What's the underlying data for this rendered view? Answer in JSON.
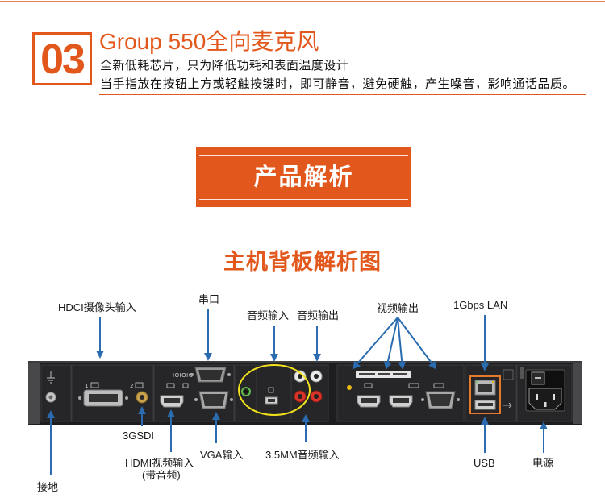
{
  "section": {
    "number": "03",
    "title": "Group 550全向麦克风",
    "line1": "全新低耗芯片，只为降低功耗和表面温度设计",
    "line2": "当手指放在按钮上方或轻触按键时，即可静音，避免硬触，产生噪音，影响通话品质。"
  },
  "banner": {
    "label": "产品解析"
  },
  "diagram": {
    "title": "主机背板解析图",
    "top_labels": {
      "hdci": "HDCI摄像头输入",
      "serial": "串口",
      "audio_in": "音频输入",
      "audio_out": "音频输出",
      "video_out": "视频输出",
      "lan": "1Gbps LAN"
    },
    "bottom_labels": {
      "sdi": "3GSDI",
      "hdmi_in": "HDMI视频输入",
      "hdmi_in_note": "(带音频)",
      "vga_in": "VGA输入",
      "audio_35": "3.5MM音频输入",
      "ground": "接地",
      "usb": "USB",
      "power": "电源"
    },
    "panel_text": {
      "serial_marking": "IOIOIO",
      "hdci_port_1": "1",
      "hdci_port_2": "2"
    }
  },
  "colors": {
    "accent": "#e2571b",
    "arrow": "#2b6cb0",
    "highlight": "#f2e11c",
    "panel": "#1d1d1f",
    "lan_frame": "#e67a2b"
  }
}
